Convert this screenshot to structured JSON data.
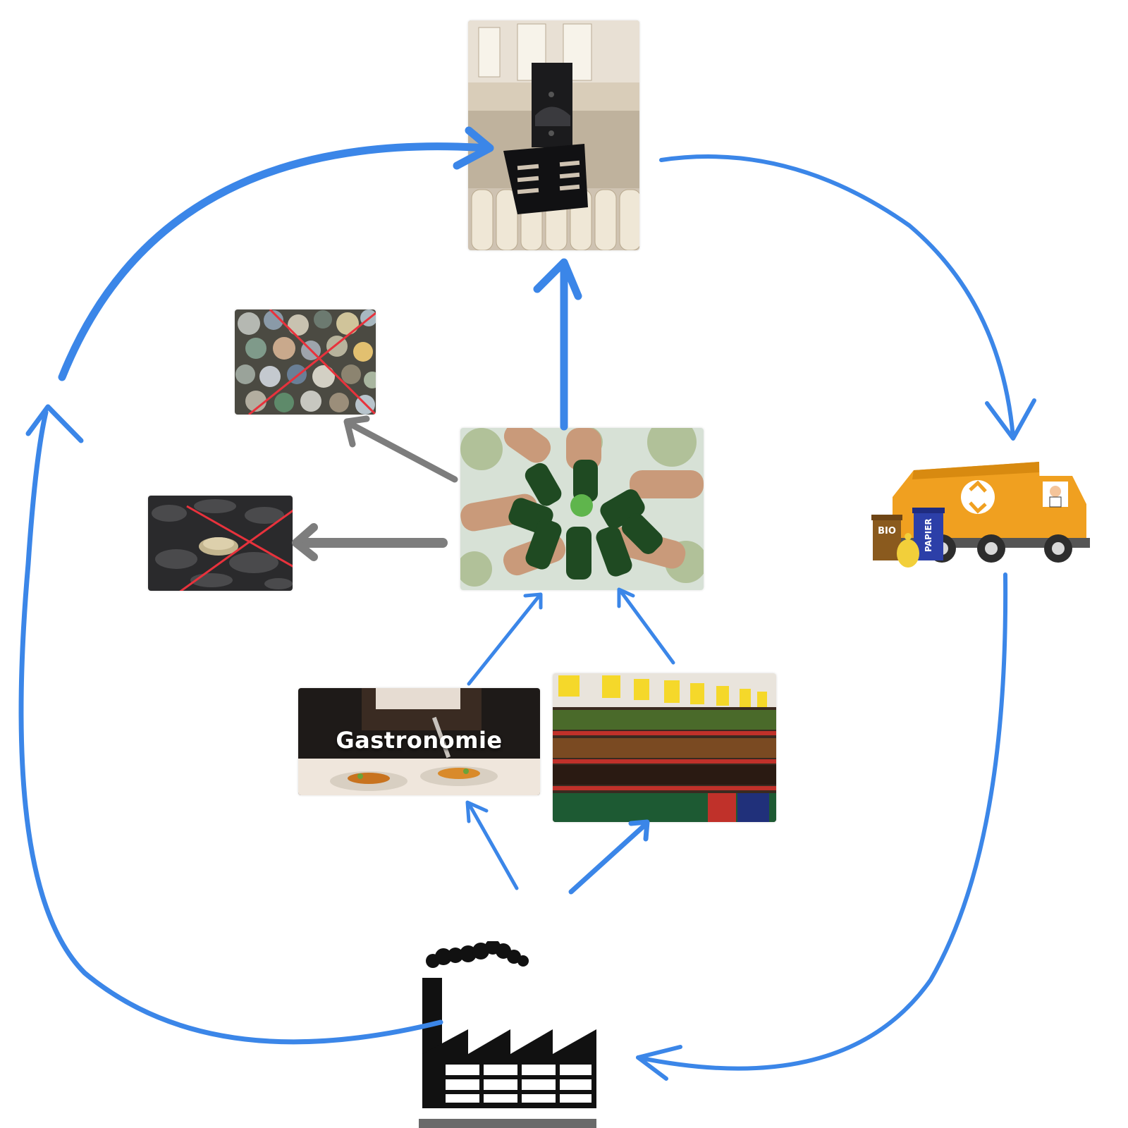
{
  "nodes": {
    "bottle_opener": {
      "icon": "wall-bottle-opener-with-cap-catcher"
    },
    "caps_pile": {
      "icon": "pile-of-bottle-caps-crossed-out",
      "cross_color": "#e8323c"
    },
    "cap_ground": {
      "icon": "bottle-cap-on-ground-crossed-out",
      "cross_color": "#e8323c"
    },
    "cheers": {
      "icon": "hands-clinking-green-bottles"
    },
    "truck": {
      "icon": "garbage-truck-with-bins",
      "bin_bio": "BIO",
      "bin_papier": "PAPIER"
    },
    "gastronomie": {
      "icon": "chef-plating-food",
      "label": "Gastronomie"
    },
    "supermarket": {
      "icon": "supermarket-beer-shelves"
    },
    "factory": {
      "icon": "factory-with-smoke"
    }
  },
  "colors": {
    "flow_arrow": "#3b86e8",
    "discard_arrow": "#7d7d7d",
    "truck_body": "#f0a020"
  }
}
